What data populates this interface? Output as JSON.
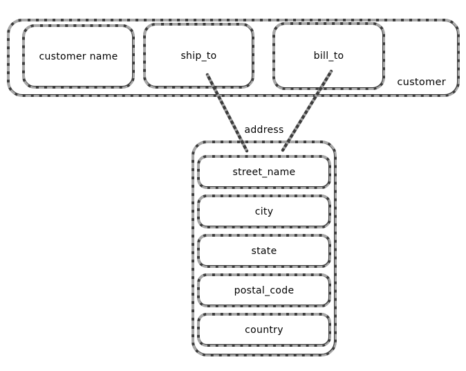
{
  "diagram": {
    "customer": {
      "label": "customer",
      "fields": [
        {
          "label": "customer name"
        },
        {
          "label": "ship_to"
        },
        {
          "label": "bill_to"
        }
      ]
    },
    "address": {
      "label": "address",
      "fields": [
        {
          "label": "street_name"
        },
        {
          "label": "city"
        },
        {
          "label": "state"
        },
        {
          "label": "postal_code"
        },
        {
          "label": "country"
        }
      ]
    },
    "connectors": [
      {
        "from": "ship_to",
        "to": "address"
      },
      {
        "from": "bill_to",
        "to": "address"
      }
    ],
    "colors": {
      "stroke": "#3c3c3c",
      "text": "#000000",
      "background": "#ffffff"
    }
  }
}
